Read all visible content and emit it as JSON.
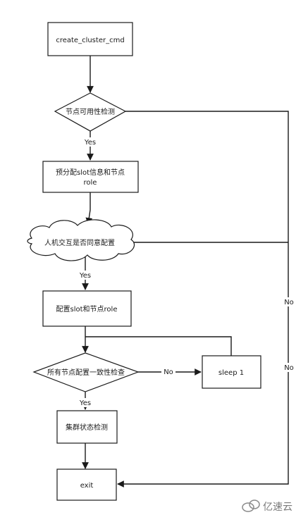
{
  "nodes": {
    "create_cmd": "create_cluster_cmd",
    "check_nodes": "节点可用性检测",
    "preassign_line1": "预分配slot信息和节点",
    "preassign_line2": "role",
    "confirm": "人机交互是否同意配置",
    "configure": "配置slot和节点role",
    "consistency": "所有节点配置一致性检查",
    "sleep": "sleep 1",
    "cluster_check": "集群状态检测",
    "exit": "exit"
  },
  "edges": {
    "yes_1": "Yes",
    "yes_2": "Yes",
    "yes_3": "Yes",
    "no_sleep": "No",
    "no_right_1": "No",
    "no_right_2": "No"
  },
  "watermark": "亿速云"
}
